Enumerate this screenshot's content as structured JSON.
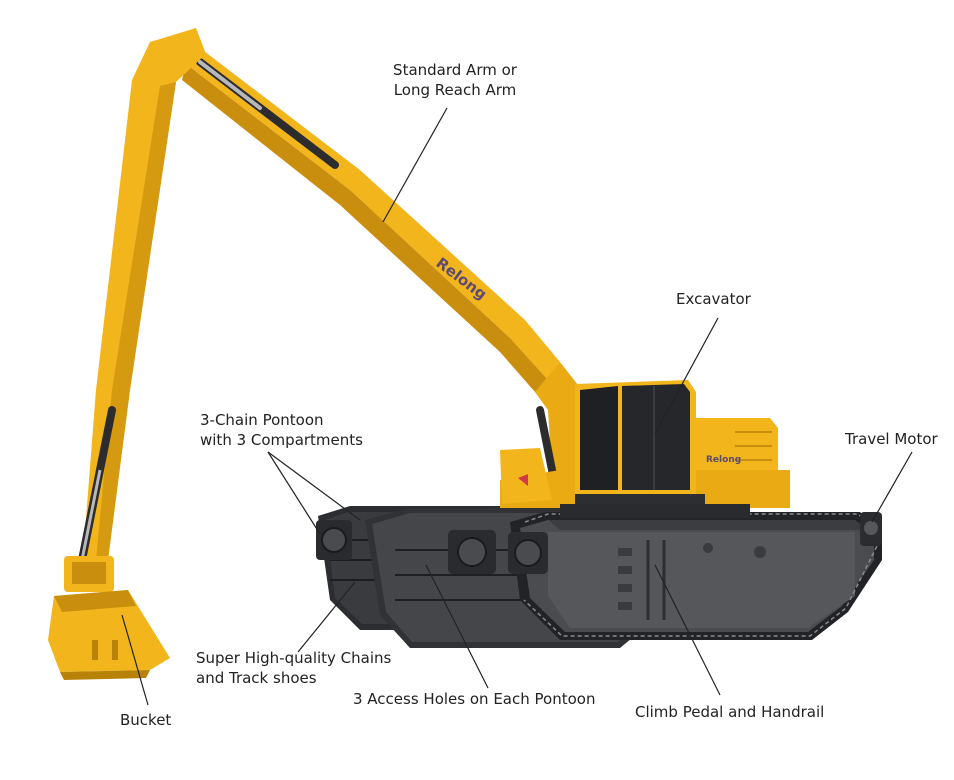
{
  "brand": "Relong",
  "colors": {
    "body_yellow": "#F2B51C",
    "body_shadow": "#C98E0E",
    "pontoon_dark": "#3F4043",
    "pontoon_light": "#55575A",
    "track": "#26272A",
    "leader_line": "#222222",
    "label_text": "#222222"
  },
  "labels": {
    "arm_line1": "Standard Arm or",
    "arm_line2": "Long Reach Arm",
    "excavator": "Excavator",
    "pontoon_line1": "3-Chain Pontoon",
    "pontoon_line2": "with 3 Compartments",
    "travel_motor": "Travel Motor",
    "chains_line1": "Super High-quality Chains",
    "chains_line2": "and Track shoes",
    "bucket": "Bucket",
    "access_holes": "3 Access Holes on Each Pontoon",
    "climb_pedal": "Climb Pedal and Handrail"
  }
}
